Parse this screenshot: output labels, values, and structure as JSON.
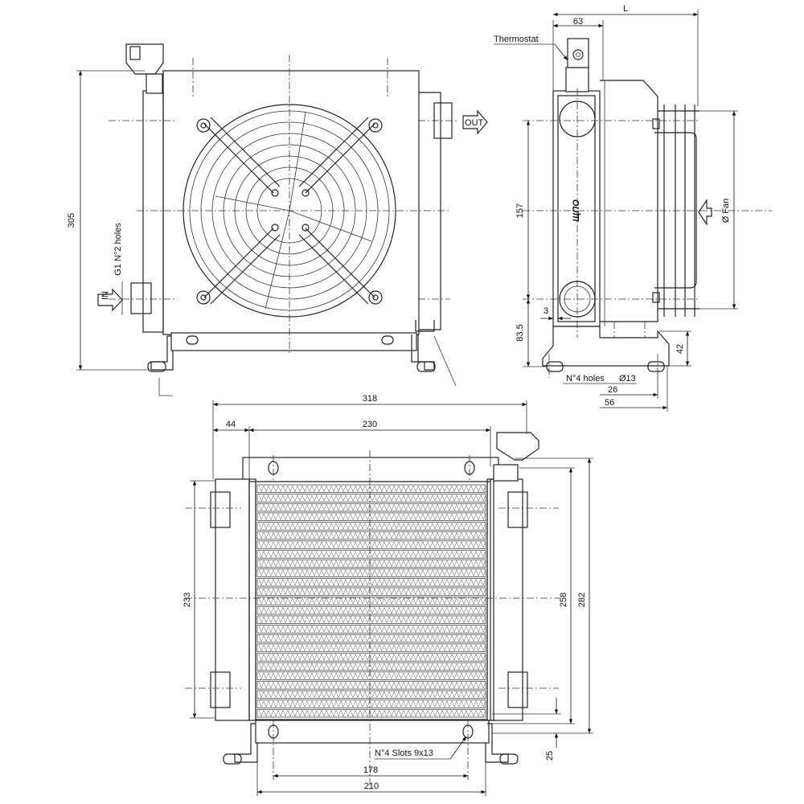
{
  "labels": {
    "thermostat": "Thermostat",
    "g1_holes": "G1 N°2 holes",
    "in": "IN",
    "out": "OUT",
    "fan_dia": "Ø Fan",
    "holes4": "N°4 holes",
    "hole_dia": "Ø13",
    "slots4": "N°4 Slots 9x13",
    "logo": "ЩПО"
  },
  "dims": {
    "L": "L",
    "d63": "63",
    "d305": "305",
    "d157": "157",
    "d3": "3",
    "d83_5": "83.5",
    "d42": "42",
    "d26": "26",
    "d56": "56",
    "d318": "318",
    "d44": "44",
    "d230": "230",
    "d233": "233",
    "d258": "258",
    "d282": "282",
    "d25": "25",
    "d178": "178",
    "d210": "210"
  }
}
